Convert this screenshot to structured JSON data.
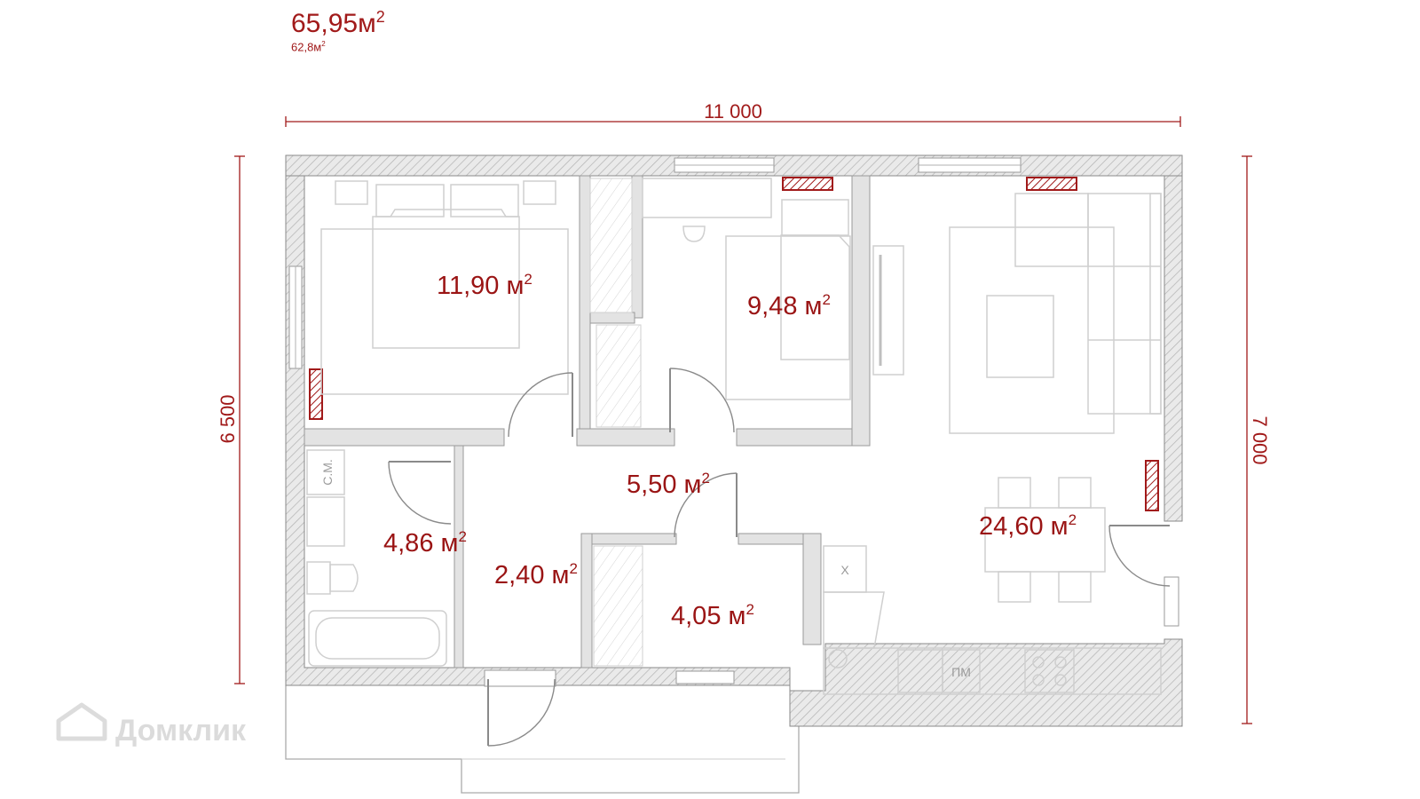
{
  "summary": {
    "total_area": "65,95м",
    "total_area_sup": "2",
    "living_area": "62,8м",
    "living_area_sup": "2"
  },
  "dimensions": {
    "width": "11 000",
    "left_height": "6 500",
    "right_height": "7 000"
  },
  "rooms": {
    "bedroom": {
      "value": "11,90 м",
      "sup": "2"
    },
    "room2": {
      "value": "9,48 м",
      "sup": "2"
    },
    "hall": {
      "value": "5,50 м",
      "sup": "2"
    },
    "bathroom": {
      "value": "4,86 м",
      "sup": "2"
    },
    "corridor": {
      "value": "2,40 м",
      "sup": "2"
    },
    "storage": {
      "value": "4,05 м",
      "sup": "2"
    },
    "living_kitchen": {
      "value": "24,60 м",
      "sup": "2"
    }
  },
  "tags": {
    "washer": "С.М.",
    "dishwasher": "ПМ",
    "fridge": "Х"
  },
  "watermark": "Домклик",
  "colors": {
    "accent": "#a11a1a",
    "wall": "#e3e3e3",
    "radiator": "#a11a1a"
  }
}
